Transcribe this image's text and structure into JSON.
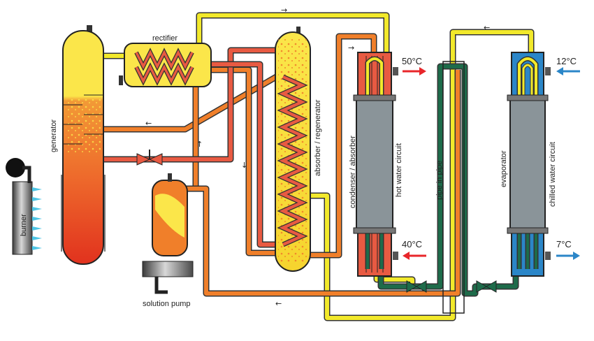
{
  "labels": {
    "rectifier": "rectifier",
    "generator": "generator",
    "burner": "burner",
    "absorber_regenerator": "absorber / regenerator",
    "condenser_absorber": "condenser / absorber",
    "hot_water_circuit": "hot water circuit",
    "pipe_in_pipe": "pipe in pipe",
    "evaporator": "evaporator",
    "chilled_water_circuit": "chilled water circuit",
    "solution_pump": "solution pump"
  },
  "temperatures": {
    "hot_out": "50°C",
    "hot_in": "40°C",
    "chilled_in": "12°C",
    "chilled_out": "7°C"
  },
  "flow_arrows": {
    "right": "→",
    "left": "←",
    "up": "↑",
    "down": "↓"
  },
  "colors": {
    "ammonia_vapor": "#f2e92b",
    "rich_solution": "#f07f2a",
    "weak_solution": "#e85a42",
    "cooling_water": "#1e6b4a",
    "hot_arrow": "#e8262a",
    "cold_arrow": "#2b86c8",
    "heat_exchanger": "#8a9499"
  }
}
